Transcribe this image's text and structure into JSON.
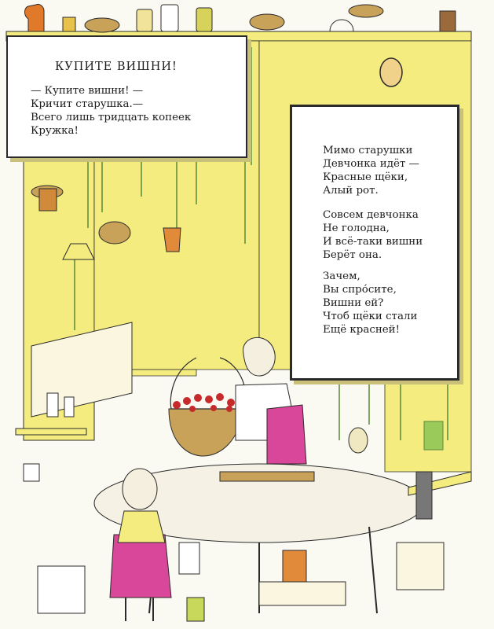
{
  "poem": {
    "title": "КУПИТЕ ВИШНИ!",
    "stanzas": [
      [
        "— Купите вишни! —",
        "Кричит старушка.—",
        "Всего лишь тридцать копеек",
        "Кружка!"
      ],
      [
        "Мимо старушки",
        "Девчонка идёт —",
        "Красные щёки,",
        "Алый рот."
      ],
      [
        "Совсем девчонка",
        "Не голодна,",
        "И всё-таки вишни",
        "Берёт она."
      ],
      [
        "Зачем,",
        "Вы спро́сите,",
        "Вишни ей?",
        "Чтоб щёки стали",
        "Ещё красней!"
      ]
    ]
  },
  "colors": {
    "yellow": "#f4ec7f",
    "ink": "#2b2b2b",
    "cherry": "#c72a2a",
    "pink": "#d9479a",
    "basket": "#c9a25a"
  },
  "illustration": {
    "icons": [
      "jug-icon",
      "jar-icon",
      "basket-icon",
      "mirror-icon",
      "herb-bundle-icon",
      "cherry-icon",
      "lantern-icon",
      "bench-icon"
    ]
  }
}
